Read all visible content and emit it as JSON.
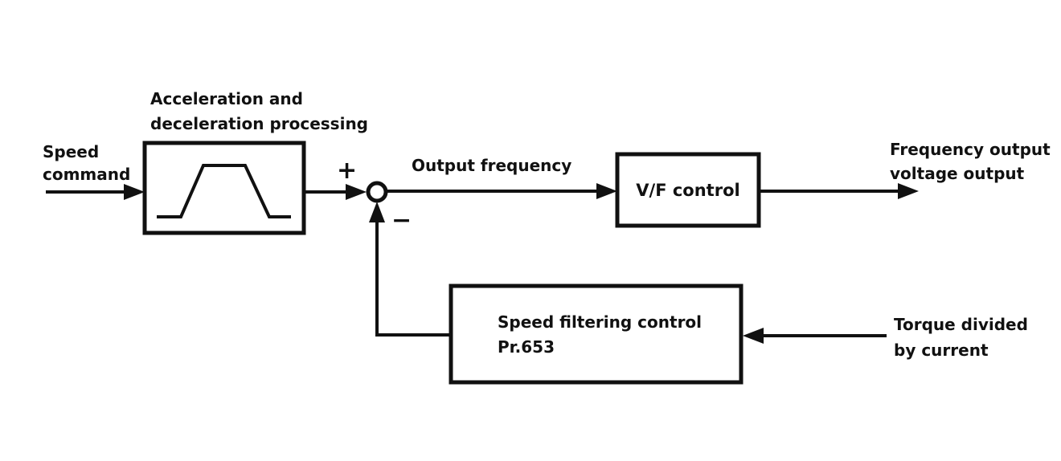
{
  "diagram": {
    "type": "control-block-diagram",
    "colors": {
      "line": "#111111",
      "background": "#ffffff"
    },
    "labels": {
      "speed_command": "Speed\ncommand",
      "accel_block_caption": "Acceleration and\ndeceleration processing",
      "plus_sign": "+",
      "minus_sign": "−",
      "output_frequency": "Output frequency",
      "vf_control": "V/F control",
      "frequency_output": "Frequency output\nvoltage output",
      "speed_filtering": "Speed filtering control\nPr.653",
      "torque_input": "Torque divided\nby current"
    }
  }
}
